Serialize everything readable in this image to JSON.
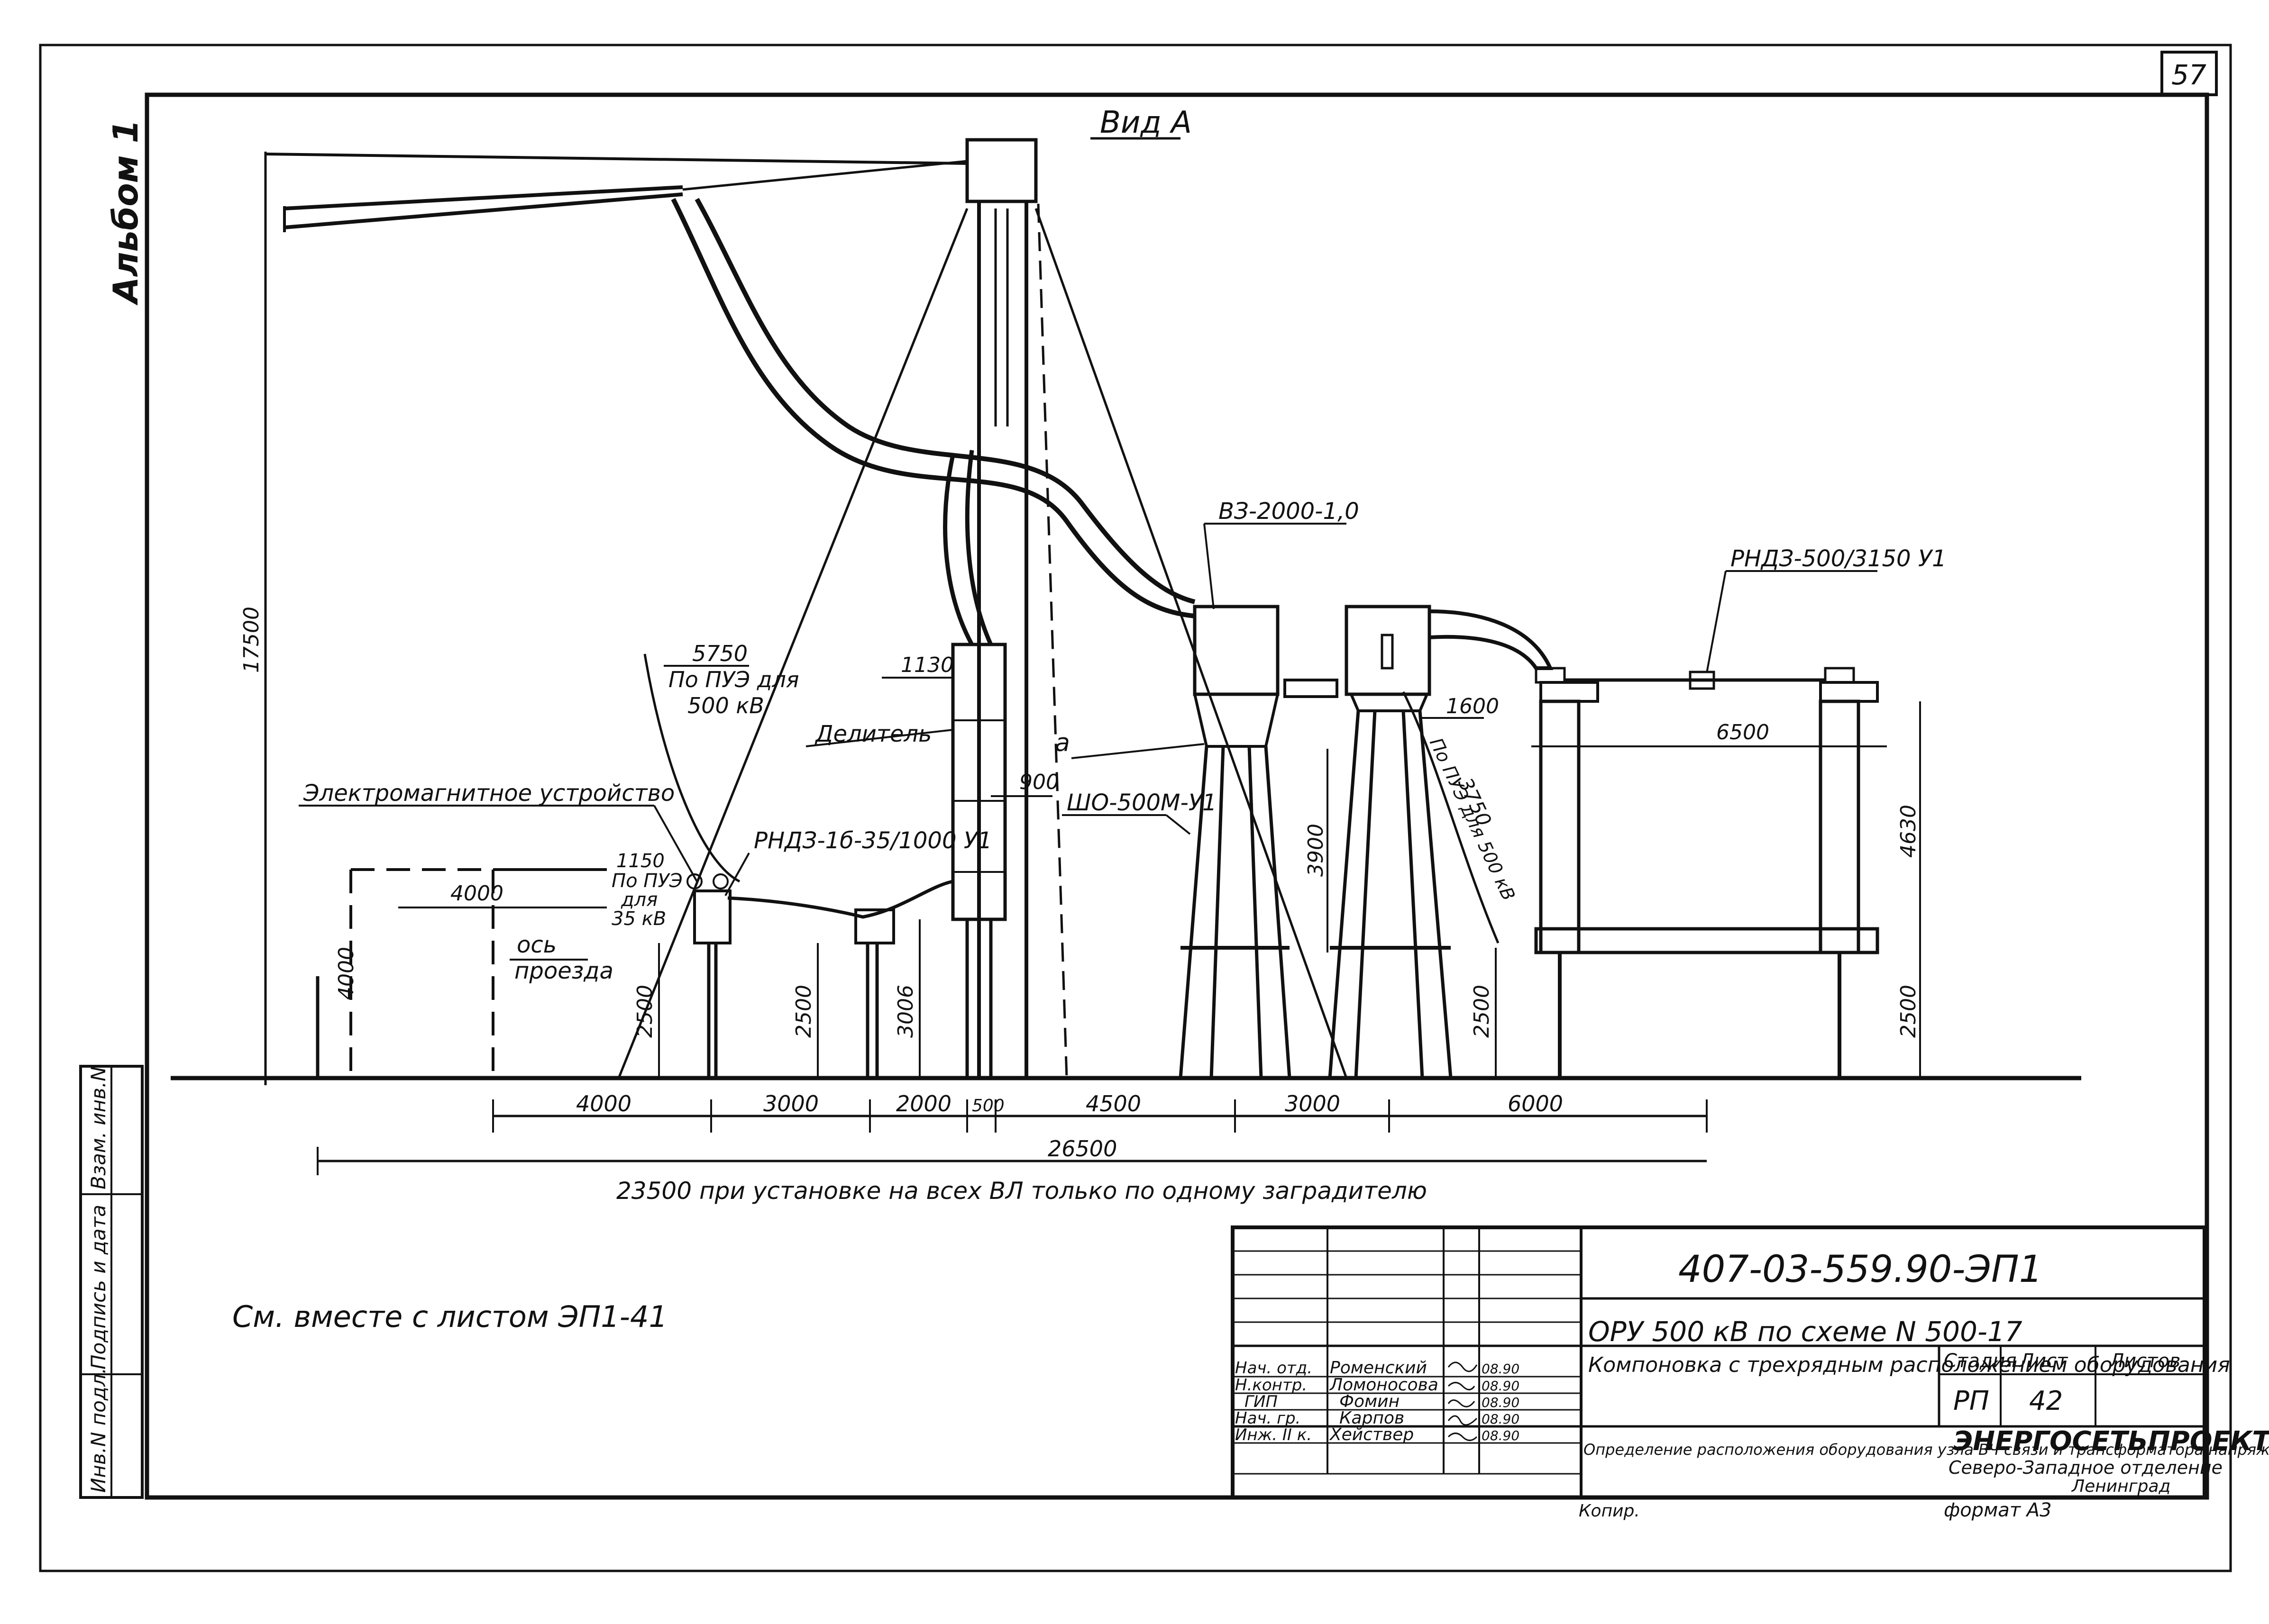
{
  "sheet": {
    "page_number": "57",
    "album_label": "Альбом 1",
    "view_title": "Вид А",
    "note_see_with": "См. вместе с листом ЭП1-41"
  },
  "equipment_labels": {
    "vz": "ВЗ-2000-1,0",
    "rndz500": "РНДЗ-500/3150 У1",
    "delitel": "Делитель",
    "sho": "ШО-500М-У1",
    "rndz35": "РНДЗ-1б-35/1000 У1",
    "electromag": "Электромагнитное устройство",
    "letter_a": "а",
    "axis_road_1": "ось",
    "axis_road_2": "проезда"
  },
  "clearance_notes": {
    "n5750_1": "5750",
    "n5750_2": "По ПУЭ для",
    "n5750_3": "500 кВ",
    "n1150_1": "1150",
    "n1150_2": "По ПУЭ",
    "n1150_3": "для",
    "n1150_4": "35 кВ",
    "n3750": "3750",
    "n3750_note": "По ПУЭ для 500 кВ"
  },
  "dimensions": {
    "d17500": "17500",
    "d1130": "1130",
    "d900": "900",
    "d1600": "1600",
    "d6500": "6500",
    "d3900": "3900",
    "d4630": "4630",
    "d4000_h": "4000",
    "d4000_v": "4000",
    "d2500_a": "2500",
    "d2500_b": "2500",
    "d3006": "3006",
    "d2500_c": "2500",
    "d2500_d": "2500",
    "b_4000": "4000",
    "b_3000": "3000",
    "b_2000": "2000",
    "b_500": "500",
    "b_4500": "4500",
    "b_3000b": "3000",
    "b_6000": "6000",
    "total": "26500",
    "alt_note": "23500 при установке на всех ВЛ только по одному заградителю"
  },
  "side_stamp": {
    "inv_podl": "Инв.N подл.",
    "podpis": "Подпись и дата",
    "vzam": "Взам. инв.N"
  },
  "title_block": {
    "doc_code": "407-03-559.90-ЭП1",
    "project": "ОРУ 500 кВ по схеме N 500-17",
    "section": "Компоновка с трехрядным расположением оборудования",
    "sheet_title": "Определение расположения оборудования узла ВЧ связи и трансформатора напряжения НДЕ. Вид А",
    "stage_header": "Стадия",
    "sheet_header": "Лист",
    "sheets_header": "Листов",
    "stage": "РП",
    "sheet": "42",
    "org_1": "ЭНЕРГОСЕТЬПРОЕКТ",
    "org_2": "Северо-Западное отделение",
    "org_3": "Ленинград",
    "copied": "Копир.",
    "format": "формат А3",
    "signatures": [
      {
        "role": "Нач. отд.",
        "name": "Роменский",
        "date": "08.90"
      },
      {
        "role": "Н.контр.",
        "name": "Ломоносова",
        "date": "08.90"
      },
      {
        "role": "ГИП",
        "name": "Фомин",
        "date": "08.90"
      },
      {
        "role": "Нач. гр.",
        "name": "Карпов",
        "date": "08.90"
      },
      {
        "role": "Инж. II к.",
        "name": "Хействер",
        "date": "08.90"
      }
    ]
  }
}
